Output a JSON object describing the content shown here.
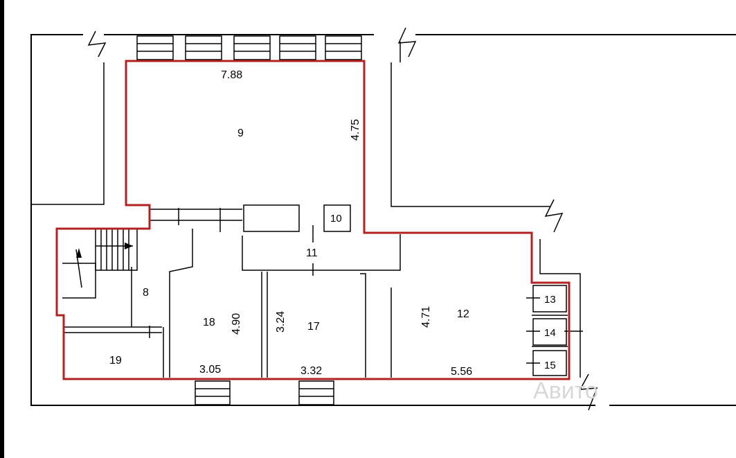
{
  "colors": {
    "outline": "#b22222",
    "walls": "#000000"
  },
  "rooms": [
    {
      "id": "9",
      "label": "9"
    },
    {
      "id": "10",
      "label": "10"
    },
    {
      "id": "11",
      "label": "11"
    },
    {
      "id": "8",
      "label": "8"
    },
    {
      "id": "18",
      "label": "18"
    },
    {
      "id": "17",
      "label": "17"
    },
    {
      "id": "12",
      "label": "12"
    },
    {
      "id": "13",
      "label": "13"
    },
    {
      "id": "14",
      "label": "14"
    },
    {
      "id": "15",
      "label": "15"
    },
    {
      "id": "19",
      "label": "19"
    }
  ],
  "dimensions": [
    {
      "id": "d9w",
      "value": "7.88"
    },
    {
      "id": "d9h",
      "value": "4.75"
    },
    {
      "id": "d18h",
      "value": "4.90"
    },
    {
      "id": "d18w",
      "value": "3.05"
    },
    {
      "id": "d17h",
      "value": "3.24"
    },
    {
      "id": "d17w",
      "value": "3.32"
    },
    {
      "id": "d12h",
      "value": "4.71"
    },
    {
      "id": "d12w",
      "value": "5.56"
    }
  ],
  "watermark": "Авито"
}
